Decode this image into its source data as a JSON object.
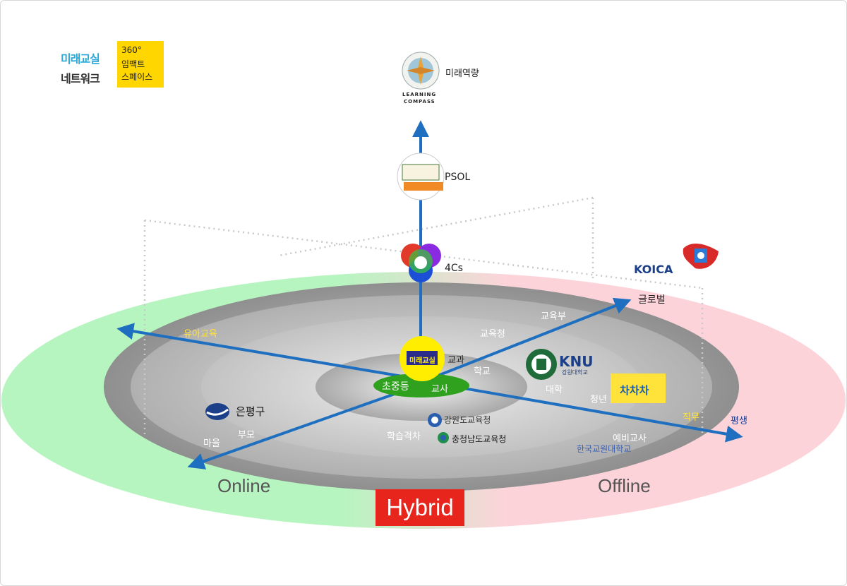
{
  "logo": {
    "title_top": "미래교실",
    "title_bottom": "네트워크",
    "badge_line1": "360°",
    "badge_line2": "임팩트",
    "badge_line3": "스페이스"
  },
  "labels": {
    "future_competency": "미래역량",
    "psol": "PSOL",
    "fourcs": "4Cs",
    "global": "글로벌",
    "ministry": "교육부",
    "office": "교육청",
    "early_edu": "유아교육",
    "subject": "교과",
    "school": "학교",
    "elem_mid": "초중등",
    "teacher": "교사",
    "university": "대학",
    "youth": "청년",
    "job": "직무",
    "lifelong": "평생",
    "preservice": "예비교사",
    "learning_gap": "학습격차",
    "parents": "부모",
    "village": "마을",
    "online": "Online",
    "offline": "Offline",
    "hybrid": "Hybrid"
  },
  "logos": {
    "learning_compass_1": "LEARNING",
    "learning_compass_2": "COMPASS",
    "koica": "KOICA",
    "knu": "KNU",
    "knu_sub": "강원대학교",
    "eunpyeong": "은평구",
    "gangwon_office": "강원도교육청",
    "chungnam_office": "충청남도교육청",
    "knue": "한국교원대학교",
    "center_logo": "미래교실",
    "youth_logo": "차차차"
  },
  "colors": {
    "online_zone": "#b6f5c0",
    "offline_zone": "#fdd3da",
    "arrow": "#1e6fbf",
    "hybrid_bg": "#e8251d",
    "center_green": "#2fa11e",
    "center_yellow": "#ffee00"
  }
}
